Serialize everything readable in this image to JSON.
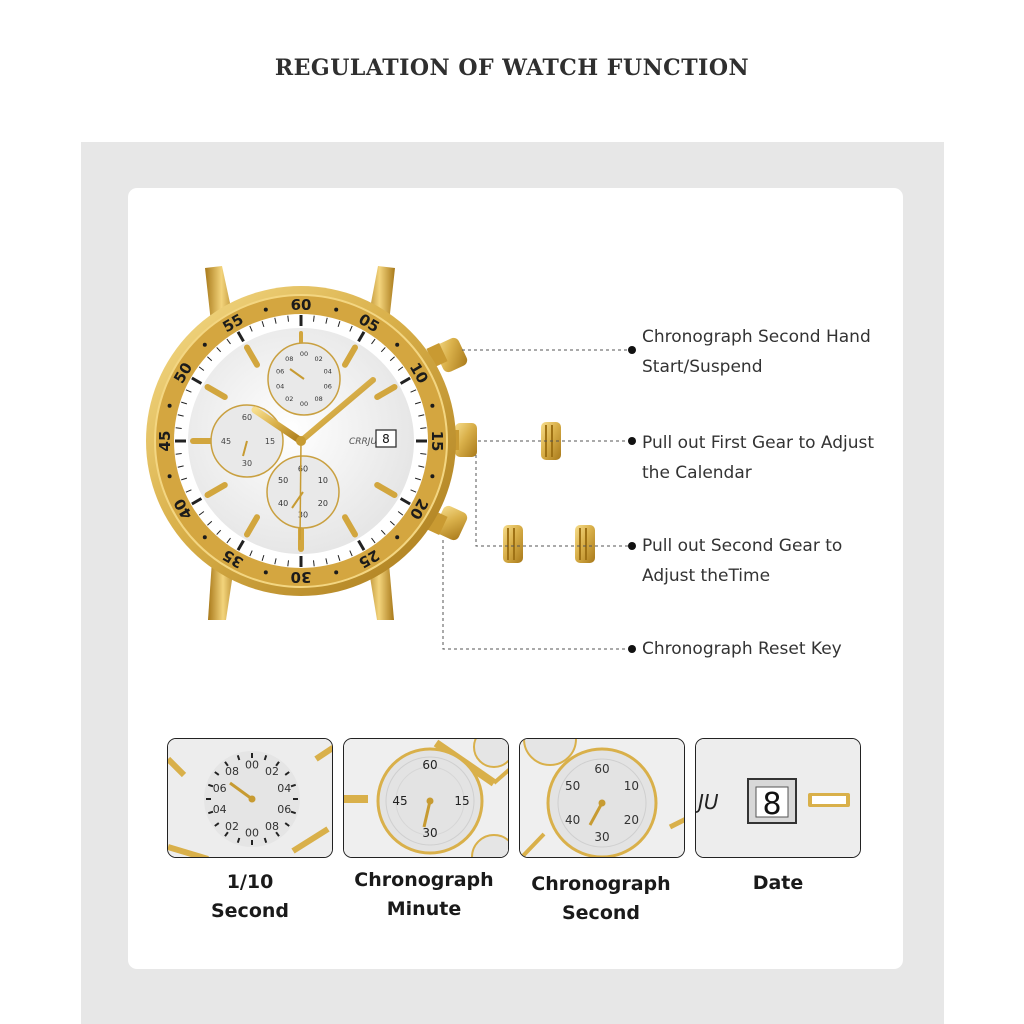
{
  "page_title": "REGULATION OF WATCH FUNCTION",
  "brand": "CRRJU",
  "date_digit": "8",
  "bezel_numbers": [
    "60",
    "05",
    "10",
    "15",
    "20",
    "25",
    "30",
    "35",
    "40",
    "45",
    "50",
    "55"
  ],
  "subdials": {
    "tenth_second": {
      "labels": [
        "00",
        "02",
        "04",
        "06",
        "08",
        "00",
        "02",
        "04",
        "06",
        "08"
      ]
    },
    "minute": {
      "labels": [
        "60",
        "15",
        "30",
        "45"
      ]
    },
    "second": {
      "labels": [
        "60",
        "10",
        "20",
        "30",
        "40",
        "50"
      ]
    }
  },
  "callouts": [
    {
      "line1": "Chronograph Second Hand",
      "line2": "Start/Suspend"
    },
    {
      "line1": "Pull out First Gear to Adjust",
      "line2": "the Calendar"
    },
    {
      "line1": "Pull out Second Gear to",
      "line2": "Adjust theTime"
    },
    {
      "line1": "Chronograph Reset Key",
      "line2": ""
    }
  ],
  "thumbnails": [
    {
      "line1": "1/10",
      "line2": "Second"
    },
    {
      "line1": "Chronograph",
      "line2": "Minute"
    },
    {
      "line1": "Chronograph",
      "line2": "Second"
    },
    {
      "line1": "Date",
      "line2": ""
    }
  ],
  "thumb_texts": {
    "date_brand_fragment": "JU",
    "date_digit": "8"
  },
  "colors": {
    "gold": "#d9b04a",
    "gold_dark": "#b88a22",
    "dial": "#f4f4f4",
    "background_grey": "#e7e7e7"
  }
}
